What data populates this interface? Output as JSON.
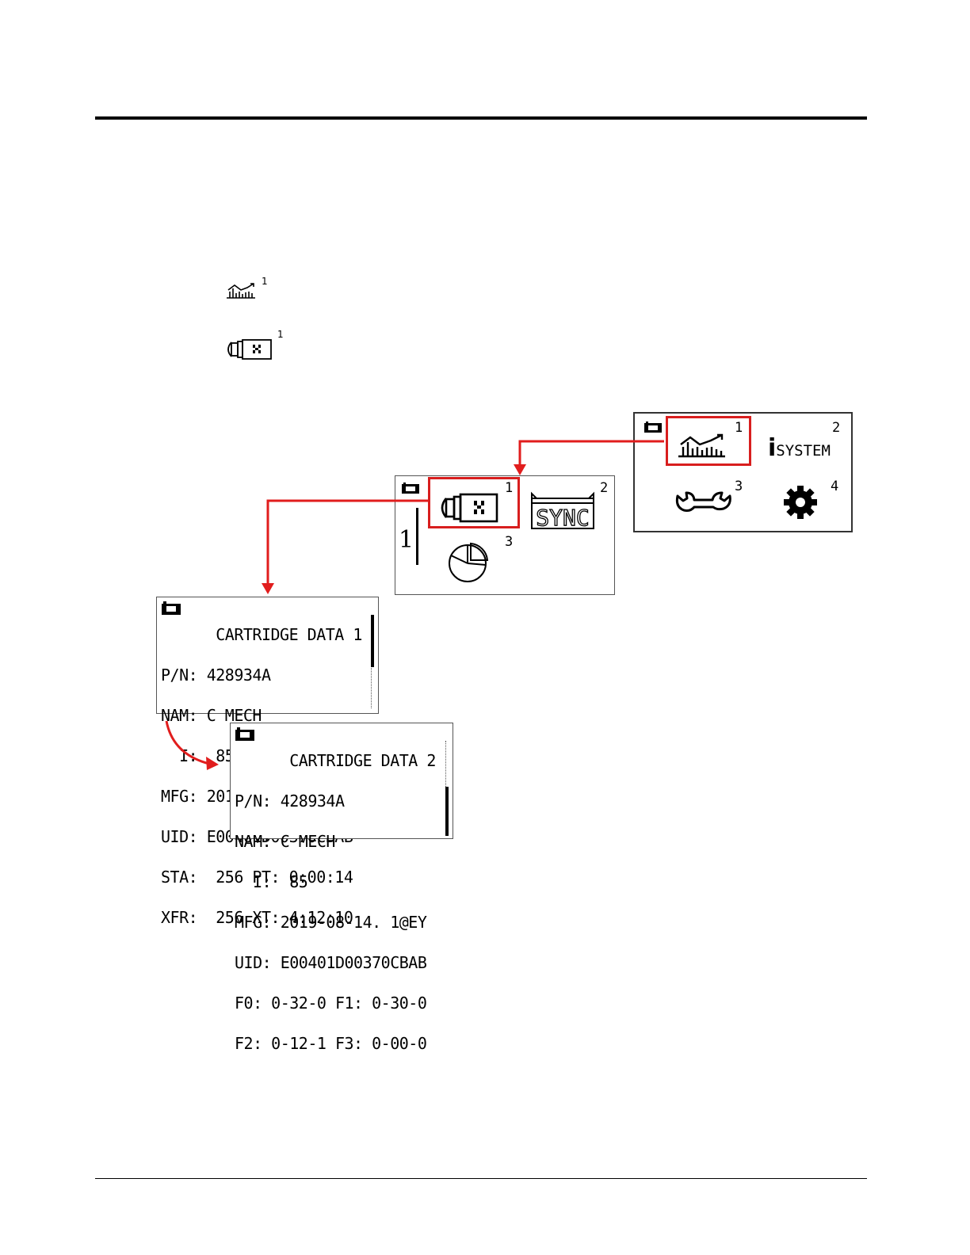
{
  "legend": {
    "chart_icon_sup": "1",
    "cartridge_icon_sup": "1"
  },
  "main_menu": {
    "items": [
      {
        "num": "1",
        "icon": "trend-chart-icon"
      },
      {
        "num": "2",
        "icon": "isystem-icon",
        "label_i": "i",
        "label": "SYSTEM"
      },
      {
        "num": "3",
        "icon": "wrench-icon"
      },
      {
        "num": "4",
        "icon": "gear-icon"
      }
    ]
  },
  "sub_menu": {
    "items": [
      {
        "num": "1",
        "icon": "cartridge-icon"
      },
      {
        "num": "2",
        "icon": "sync-icon",
        "label": "SYNC"
      },
      {
        "num": "3",
        "icon": "pie-chart-icon"
      }
    ],
    "side_digit": "1"
  },
  "cartridge_data_1": {
    "title": "CARTRIDGE DATA 1",
    "lines": [
      "P/N: 428934A",
      "NAM: C MECH",
      "  I:  85",
      "MFG: 2019-08-14. 1@EY",
      "UID: E00401D00370CBAB",
      "STA:  256 PT: 0:00:14",
      "XFR:  256 XT: 4:12:10"
    ]
  },
  "cartridge_data_2": {
    "title": "CARTRIDGE DATA 2",
    "lines": [
      "P/N: 428934A",
      "NAM: C MECH",
      "  I:  85",
      "MFG: 2019-08-14. 1@EY",
      "UID: E00401D00370CBAB",
      "F0: 0-32-0 F1: 0-30-0",
      "F2: 0-12-1 F3: 0-00-0"
    ]
  },
  "colors": {
    "highlight": "#d81e1e",
    "arrow": "#e11d1d"
  }
}
